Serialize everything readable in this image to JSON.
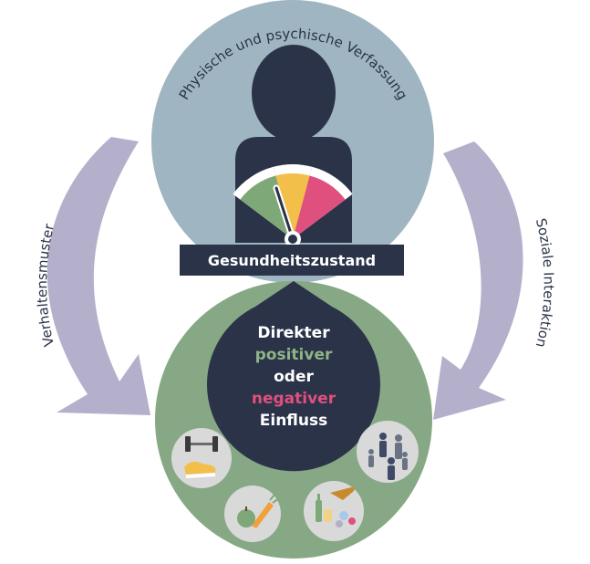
{
  "diagram": {
    "top_arc_label": "Physische und psychische Verfassung",
    "left_arc_label": "Verhaltensmuster",
    "right_arc_label": "Soziale Interaktion",
    "status_banner": "Gesundheitszustand",
    "center": {
      "line1": "Direkter",
      "line2": "positiver",
      "line3": "oder",
      "line4": "negativer",
      "line5": "Einfluss"
    },
    "colors": {
      "top_circle": "#9fb5c1",
      "bottom_circle": "#86a884",
      "navy": "#2b3349",
      "arrows": "#b4afcb",
      "positive": "#8fb386",
      "negative": "#e0507e",
      "gauge_green": "#7fa878",
      "gauge_yellow": "#f2bf4a",
      "gauge_pink": "#e0507e"
    },
    "icons": [
      "fitness-icon",
      "people-icon",
      "healthy-food-icon",
      "substances-icon"
    ]
  }
}
